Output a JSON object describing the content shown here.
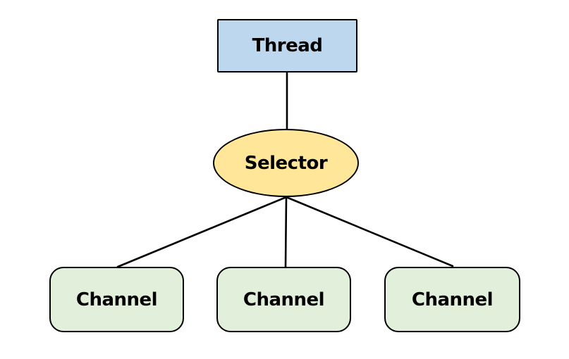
{
  "diagram": {
    "background_color": "#ffffff",
    "edge_color": "#000000",
    "nodes": {
      "thread": {
        "label": "Thread",
        "shape": "rectangle",
        "fill": "#BDD7EE",
        "border": "#000000"
      },
      "selector": {
        "label": "Selector",
        "shape": "ellipse",
        "fill": "#FFE699",
        "border": "#000000"
      },
      "channel_left": {
        "label": "Channel",
        "shape": "rounded-rectangle",
        "fill": "#E2EFDA",
        "border": "#000000"
      },
      "channel_middle": {
        "label": "Channel",
        "shape": "rounded-rectangle",
        "fill": "#E2EFDA",
        "border": "#000000"
      },
      "channel_right": {
        "label": "Channel",
        "shape": "rounded-rectangle",
        "fill": "#E2EFDA",
        "border": "#000000"
      }
    },
    "edges": [
      {
        "from": "thread",
        "to": "selector"
      },
      {
        "from": "selector",
        "to": "channel_left"
      },
      {
        "from": "selector",
        "to": "channel_middle"
      },
      {
        "from": "selector",
        "to": "channel_right"
      }
    ]
  }
}
